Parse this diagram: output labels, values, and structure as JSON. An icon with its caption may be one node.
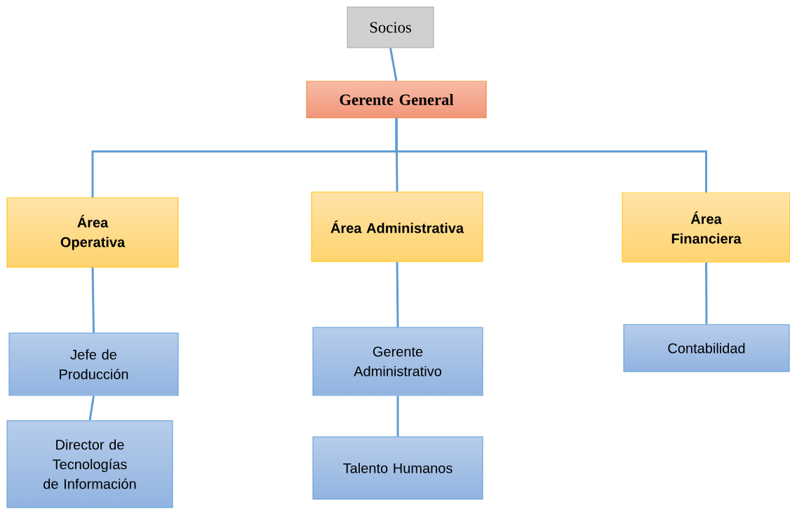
{
  "diagram": {
    "nodes": [
      {
        "text": [
          "Socios"
        ]
      },
      {
        "text": [
          "Gerente General"
        ]
      },
      {
        "text": [
          "Área Operativa"
        ]
      },
      {
        "text": [
          "Área Administrativa"
        ]
      },
      {
        "text": [
          "Área Financiera"
        ]
      },
      {
        "text": [
          "Jefe de Producción"
        ]
      },
      {
        "text": [
          "Director de Tecnologías de Información"
        ]
      },
      {
        "text": [
          "Gerente Administrativo"
        ]
      },
      {
        "text": [
          "Talento Humanos"
        ]
      },
      {
        "text": [
          "Contabilidad"
        ]
      }
    ],
    "edges": [
      {
        "from": 0,
        "to": 1,
        "arrow": "none"
      },
      {
        "from": 1,
        "to": 2,
        "arrow": "none"
      },
      {
        "from": 1,
        "to": 3,
        "arrow": "none"
      },
      {
        "from": 1,
        "to": 4,
        "arrow": "none"
      },
      {
        "from": 2,
        "to": 5,
        "arrow": "none"
      },
      {
        "from": 5,
        "to": 6,
        "arrow": "none"
      },
      {
        "from": 3,
        "to": 7,
        "arrow": "none"
      },
      {
        "from": 7,
        "to": 8,
        "arrow": "none"
      },
      {
        "from": 4,
        "to": 9,
        "arrow": "none"
      }
    ]
  }
}
